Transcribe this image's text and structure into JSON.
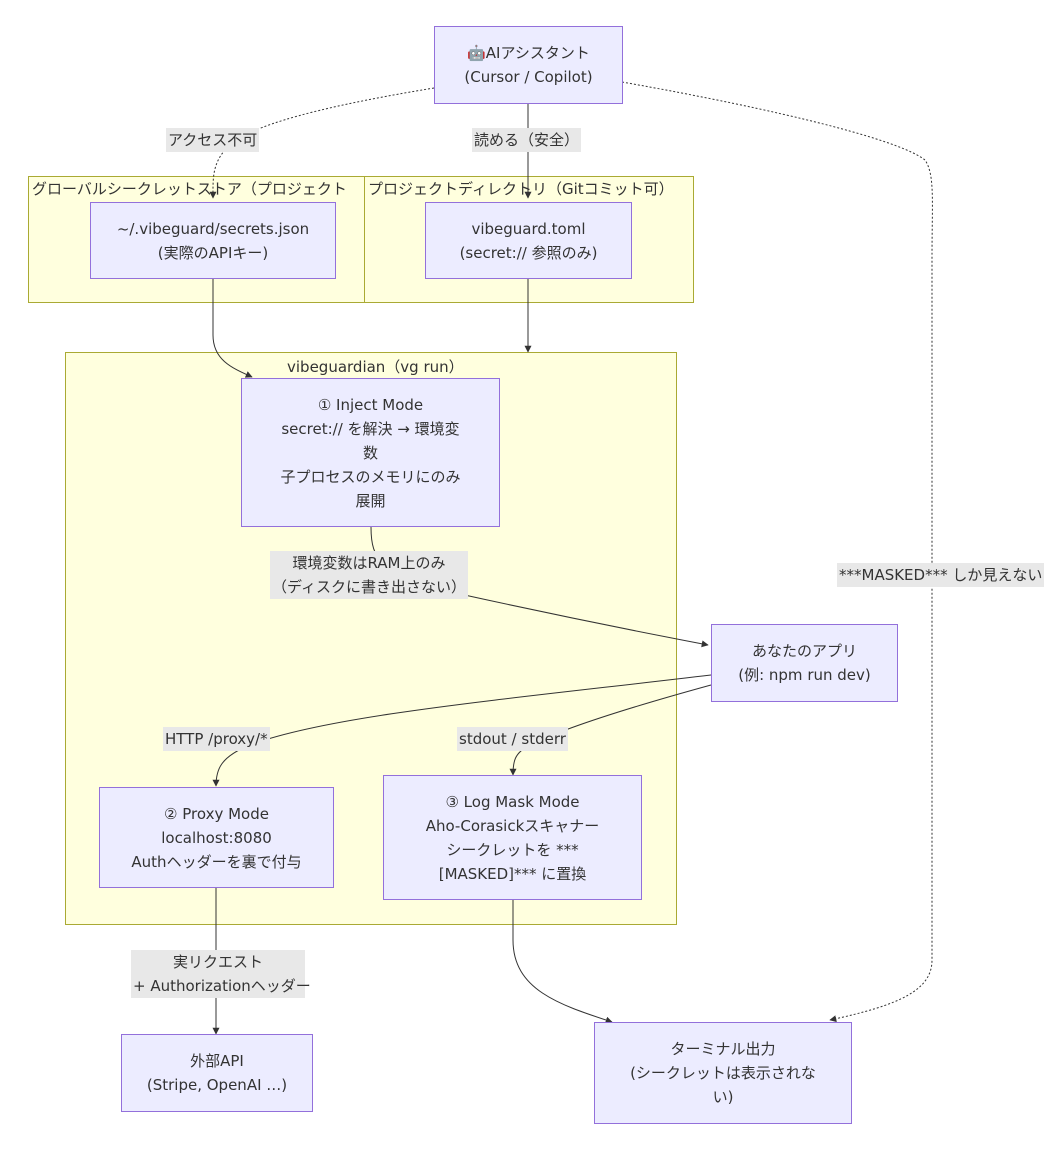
{
  "clusters": {
    "global_store": "グローバルシークレットストア（プロジェクト",
    "project_dir": "プロジェクトディレクトリ（Gitコミット可）",
    "vibeguardian": "vibeguardian（vg run）"
  },
  "nodes": {
    "ai": {
      "icon": "robot-icon",
      "emoji": "🤖",
      "line1": "AIアシスタント",
      "line2": "(Cursor / Copilot)"
    },
    "secrets": {
      "line1": "~/.vibeguard/secrets.json",
      "line2": "(実際のAPIキー)"
    },
    "toml": {
      "line1": "vibeguard.toml",
      "line2": "(secret:// 参照のみ)"
    },
    "inject": {
      "line1": "① Inject Mode",
      "line2": "secret:// を解決 → 環境変",
      "line3": "数",
      "line4": "子プロセスのメモリにのみ",
      "line5": "展開"
    },
    "app": {
      "line1": "あなたのアプリ",
      "line2": "(例: npm run dev)"
    },
    "proxy": {
      "line1": "② Proxy Mode",
      "line2": "localhost:8080",
      "line3": "Authヘッダーを裏で付与"
    },
    "logmask": {
      "line1": "③ Log Mask Mode",
      "line2": "Aho-Corasickスキャナー",
      "line3": "シークレットを ***",
      "line4": "[MASKED]*** に置換"
    },
    "external": {
      "line1": "外部API",
      "line2": "(Stripe, OpenAI …)"
    },
    "terminal": {
      "line1": "ターミナル出力",
      "line2": "(シークレットは表示されな",
      "line3": "い)"
    }
  },
  "edge_labels": {
    "no_access": "アクセス不可",
    "read_safe": "読める（安全）",
    "env_ram_1": "環境変数はRAM上のみ",
    "env_ram_2": "（ディスクに書き出さない）",
    "http_proxy": "HTTP /proxy/*",
    "stdout": "stdout / stderr",
    "real_req_1": "実リクエスト",
    "real_req_2": "+ Authorizationヘッダー",
    "masked_only": "***MASKED*** しか見えない"
  },
  "colors": {
    "node_fill": "#ececff",
    "node_border": "#9370db",
    "cluster_fill": "#ffffde",
    "cluster_border": "#aaaa33",
    "edge": "#333333",
    "label_bg": "#e8e8e8"
  }
}
